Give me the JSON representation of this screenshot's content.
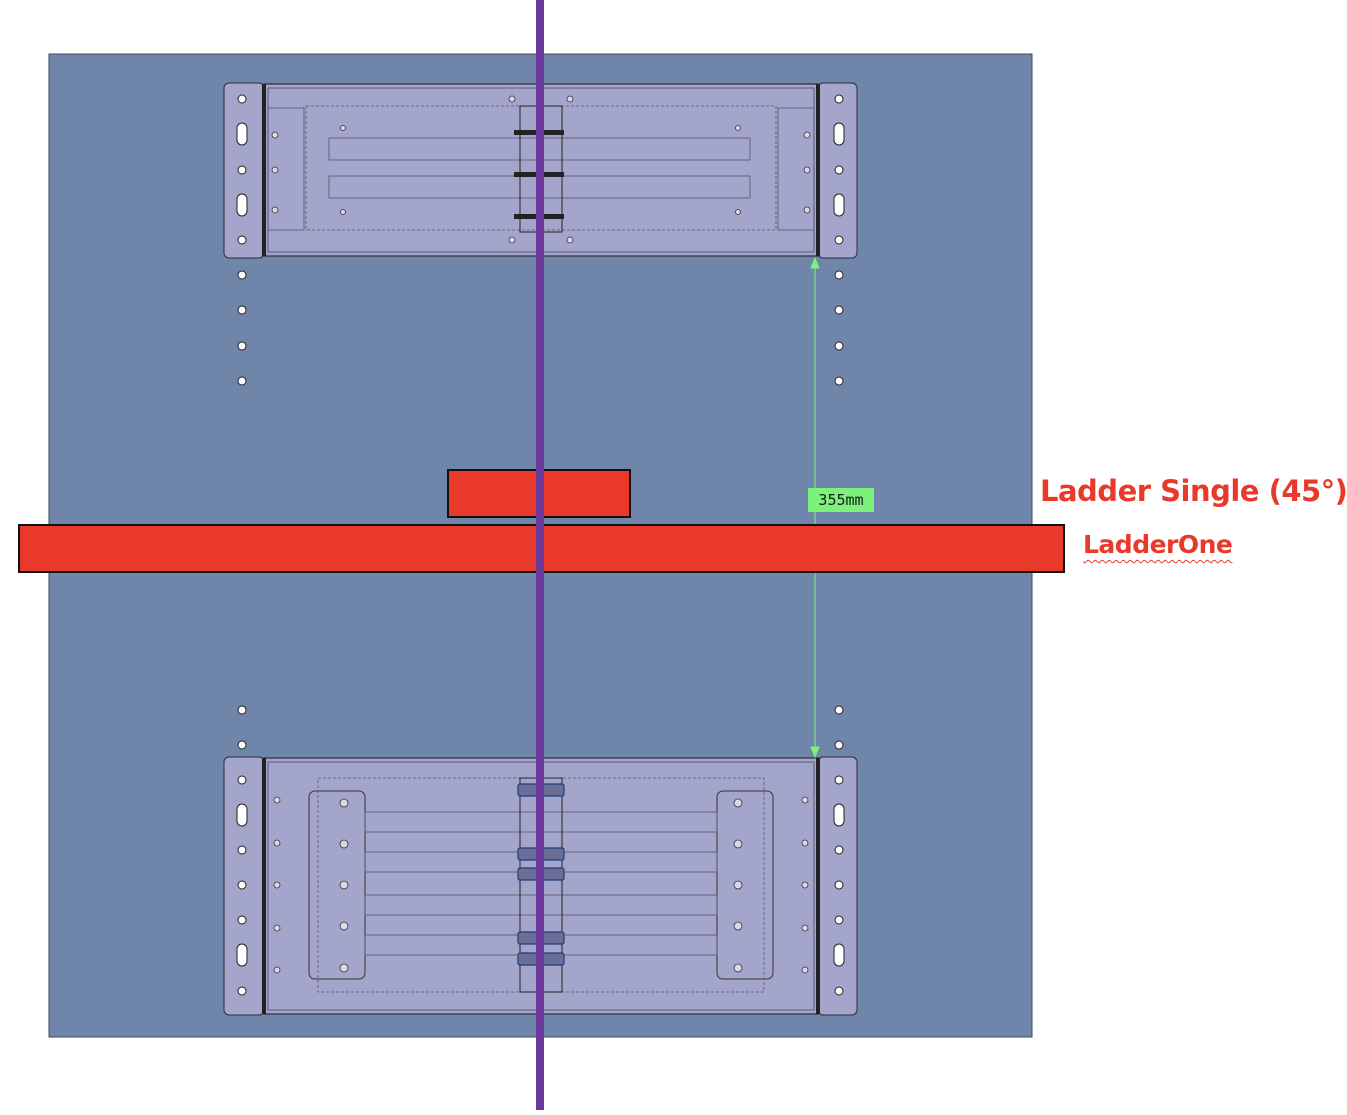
{
  "labels": {
    "ladder_single": "Ladder Single (45°)",
    "ladder_one": "LadderOne"
  },
  "dimension": {
    "value_text": "355mm"
  },
  "colors": {
    "plate": "#6f86aa",
    "board": "#a4a5cb",
    "ladder_red": "#e8392a",
    "beam_purple": "#6b3a9c",
    "dimension_green": "#7cf27c"
  }
}
